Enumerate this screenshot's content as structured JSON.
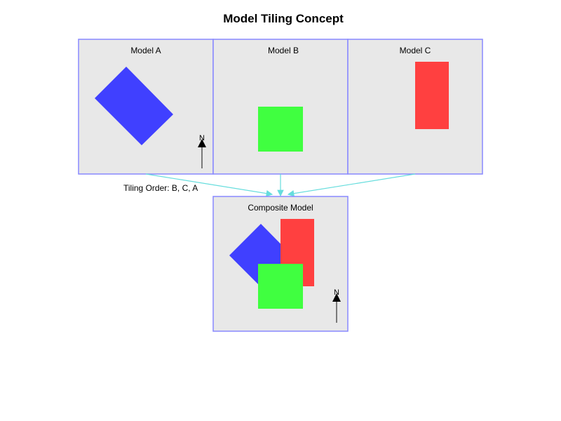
{
  "title": "Model Tiling Concept",
  "models": [
    {
      "label": "Model A",
      "shape": "rotated-rectangle",
      "color": "#4040ff"
    },
    {
      "label": "Model B",
      "shape": "square",
      "color": "#40ff40"
    },
    {
      "label": "Model C",
      "shape": "rectangle",
      "color": "#ff4040"
    }
  ],
  "composite": {
    "label": "Composite Model"
  },
  "tiling_order": "Tiling Order: B, C, A",
  "north_label": "N",
  "colors": {
    "frame": "#8888ff",
    "panel": "#e8e8e8",
    "arrow": "#66dddd"
  }
}
